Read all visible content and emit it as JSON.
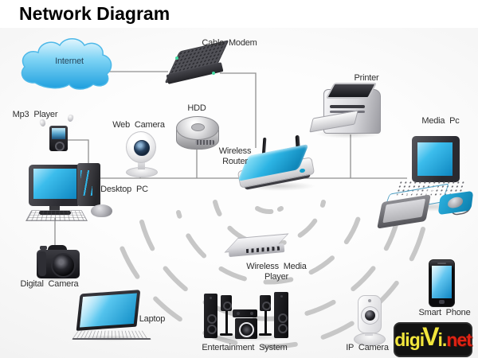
{
  "title": "Network Diagram",
  "nodes": {
    "internet": {
      "label": "Internet"
    },
    "cable_modem": {
      "label": "Cable Modem"
    },
    "printer": {
      "label": "Printer"
    },
    "media_pc": {
      "label": "Media Pc"
    },
    "mp3_player": {
      "label": "Mp3 Player"
    },
    "web_camera": {
      "label": "Web Camera"
    },
    "hdd": {
      "label": "HDD"
    },
    "wireless_router": {
      "label": "Wireless Router"
    },
    "desktop_pc": {
      "label": "Desktop PC"
    },
    "digital_camera": {
      "label": "Digital Camera"
    },
    "laptop": {
      "label": "Laptop"
    },
    "wireless_media_player": {
      "label": "Wireless Media Player"
    },
    "entertainment_system": {
      "label": "Entertainment System"
    },
    "ip_camera": {
      "label": "IP Camera"
    },
    "smart_phone": {
      "label": "Smart Phone"
    }
  },
  "logo": {
    "digi": "digi",
    "v": "V",
    "i": "i",
    "dot": ".",
    "net": "net"
  },
  "colors": {
    "screen_blue": "#29aee6",
    "cloud_blue": "#2fb0e8",
    "line_gray": "#8f8f8f",
    "arc_gray": "#c7c7c7",
    "logo_yellow": "#f2e63c",
    "logo_red": "#de2314"
  }
}
